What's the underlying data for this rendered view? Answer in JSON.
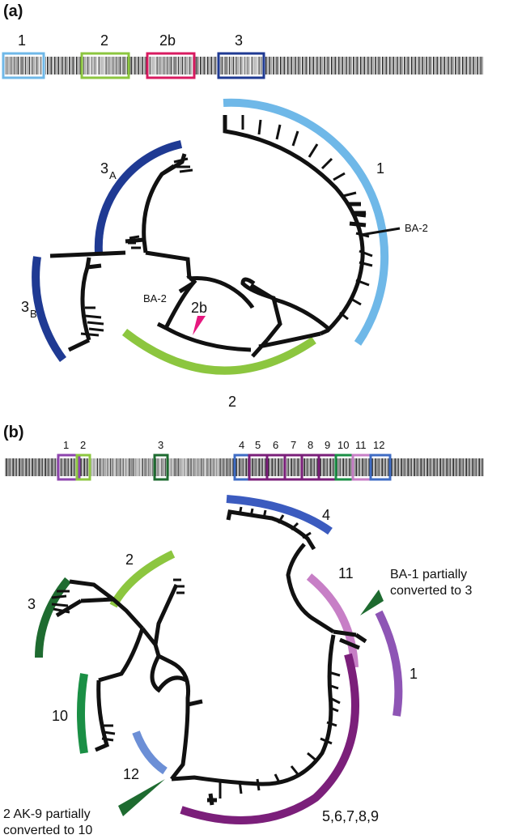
{
  "panels": {
    "a": {
      "label": "(a)",
      "boxes": [
        {
          "label": "1",
          "color": "#6fb8e8"
        },
        {
          "label": "2",
          "color": "#8cc63f"
        },
        {
          "label": "2b",
          "color": "#d81b60"
        },
        {
          "label": "3",
          "color": "#1f3a93"
        }
      ],
      "clades": [
        {
          "label": "1",
          "color": "#6fb8e8"
        },
        {
          "label": "3",
          "sub": "A",
          "color": "#1f3a93"
        },
        {
          "label": "3",
          "sub": "B",
          "color": "#1f3a93"
        },
        {
          "label": "2",
          "color": "#8cc63f"
        }
      ],
      "annotations": {
        "ba2_right": "BA-2",
        "ba2_left": "BA-2",
        "label_2b": "2b"
      },
      "colors": {
        "pointer_2b": "#e6177f"
      }
    },
    "b": {
      "label": "(b)",
      "boxes": [
        {
          "label": "1",
          "color": "#8e44ad"
        },
        {
          "label": "2",
          "color": "#8cc63f"
        },
        {
          "label": "3",
          "color": "#1e6b30"
        },
        {
          "label": "4",
          "color": "#3f6cc4"
        },
        {
          "label": "5",
          "color": "#7b1f7a"
        },
        {
          "label": "6",
          "color": "#7b1f7a"
        },
        {
          "label": "7",
          "color": "#7b1f7a"
        },
        {
          "label": "8",
          "color": "#7b1f7a"
        },
        {
          "label": "9",
          "color": "#7b1f7a"
        },
        {
          "label": "10",
          "color": "#1a8f45"
        },
        {
          "label": "11",
          "color": "#c77fc6"
        },
        {
          "label": "12",
          "color": "#3f6cc4"
        }
      ],
      "clades": [
        {
          "label": "4",
          "color": "#3b5bbf"
        },
        {
          "label": "2",
          "color": "#8cc63f"
        },
        {
          "label": "3",
          "color": "#1e6b30"
        },
        {
          "label": "11",
          "color": "#c77fc6"
        },
        {
          "label": "1",
          "color": "#8e55b5"
        },
        {
          "label": "10",
          "color": "#1a8f45"
        },
        {
          "label": "12",
          "color": "#6c8fd6"
        },
        {
          "label": "5,6,7,8,9",
          "color": "#7b1f7a"
        }
      ],
      "annotations": {
        "ba1_line1": "BA-1 partially",
        "ba1_line2": "converted to 3",
        "ak9_line1": "2 AK-9 partially",
        "ak9_line2": "converted to 10"
      },
      "colors": {
        "pointer": "#1e6b30"
      }
    }
  }
}
